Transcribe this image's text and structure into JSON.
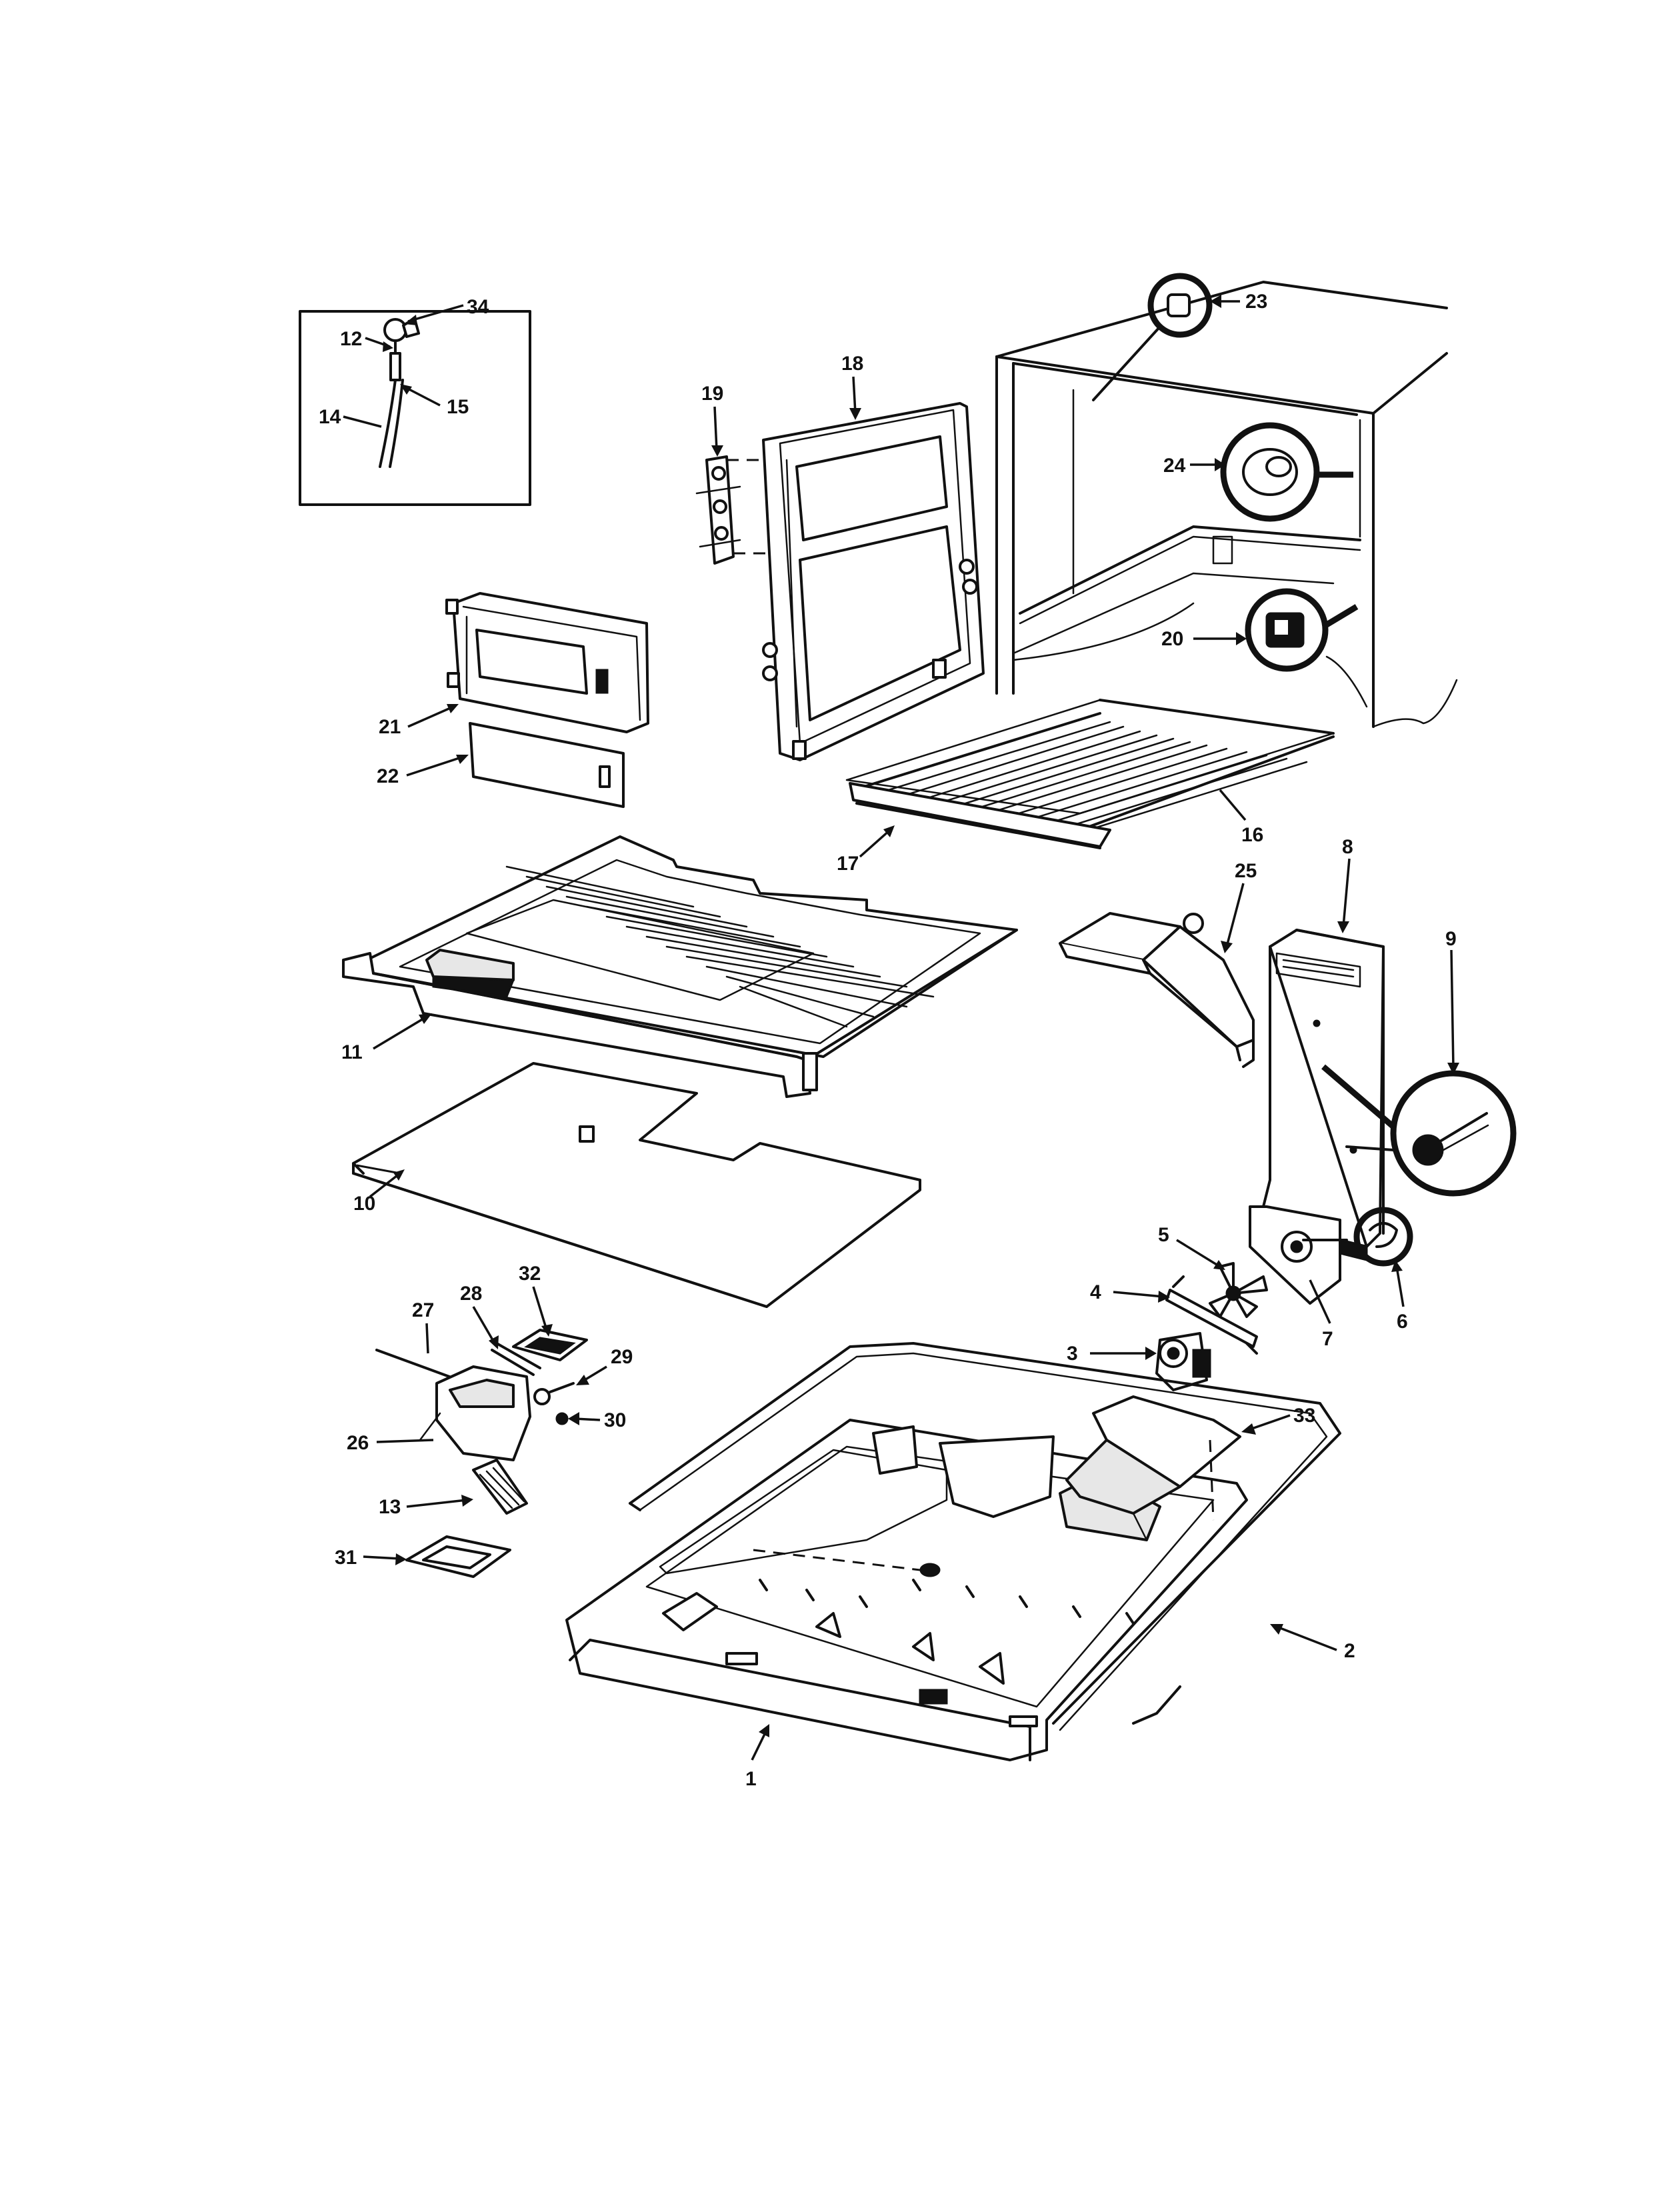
{
  "callouts": [
    {
      "id": "c1",
      "text": "1"
    },
    {
      "id": "c2",
      "text": "2"
    },
    {
      "id": "c3",
      "text": "3"
    },
    {
      "id": "c4",
      "text": "4"
    },
    {
      "id": "c5",
      "text": "5"
    },
    {
      "id": "c6",
      "text": "6"
    },
    {
      "id": "c7",
      "text": "7"
    },
    {
      "id": "c8",
      "text": "8"
    },
    {
      "id": "c9",
      "text": "9"
    },
    {
      "id": "c10",
      "text": "10"
    },
    {
      "id": "c11",
      "text": "11"
    },
    {
      "id": "c12",
      "text": "12"
    },
    {
      "id": "c13",
      "text": "13"
    },
    {
      "id": "c14",
      "text": "14"
    },
    {
      "id": "c15",
      "text": "15"
    },
    {
      "id": "c16",
      "text": "16"
    },
    {
      "id": "c17",
      "text": "17"
    },
    {
      "id": "c18",
      "text": "18"
    },
    {
      "id": "c19",
      "text": "19"
    },
    {
      "id": "c20",
      "text": "20"
    },
    {
      "id": "c21",
      "text": "21"
    },
    {
      "id": "c22",
      "text": "22"
    },
    {
      "id": "c23",
      "text": "23"
    },
    {
      "id": "c24",
      "text": "24"
    },
    {
      "id": "c25",
      "text": "25"
    },
    {
      "id": "c26",
      "text": "26"
    },
    {
      "id": "c27",
      "text": "27"
    },
    {
      "id": "c28",
      "text": "28"
    },
    {
      "id": "c29",
      "text": "29"
    },
    {
      "id": "c30",
      "text": "30"
    },
    {
      "id": "c31",
      "text": "31"
    },
    {
      "id": "c32",
      "text": "32"
    },
    {
      "id": "c33",
      "text": "33"
    },
    {
      "id": "c34",
      "text": "34"
    }
  ]
}
